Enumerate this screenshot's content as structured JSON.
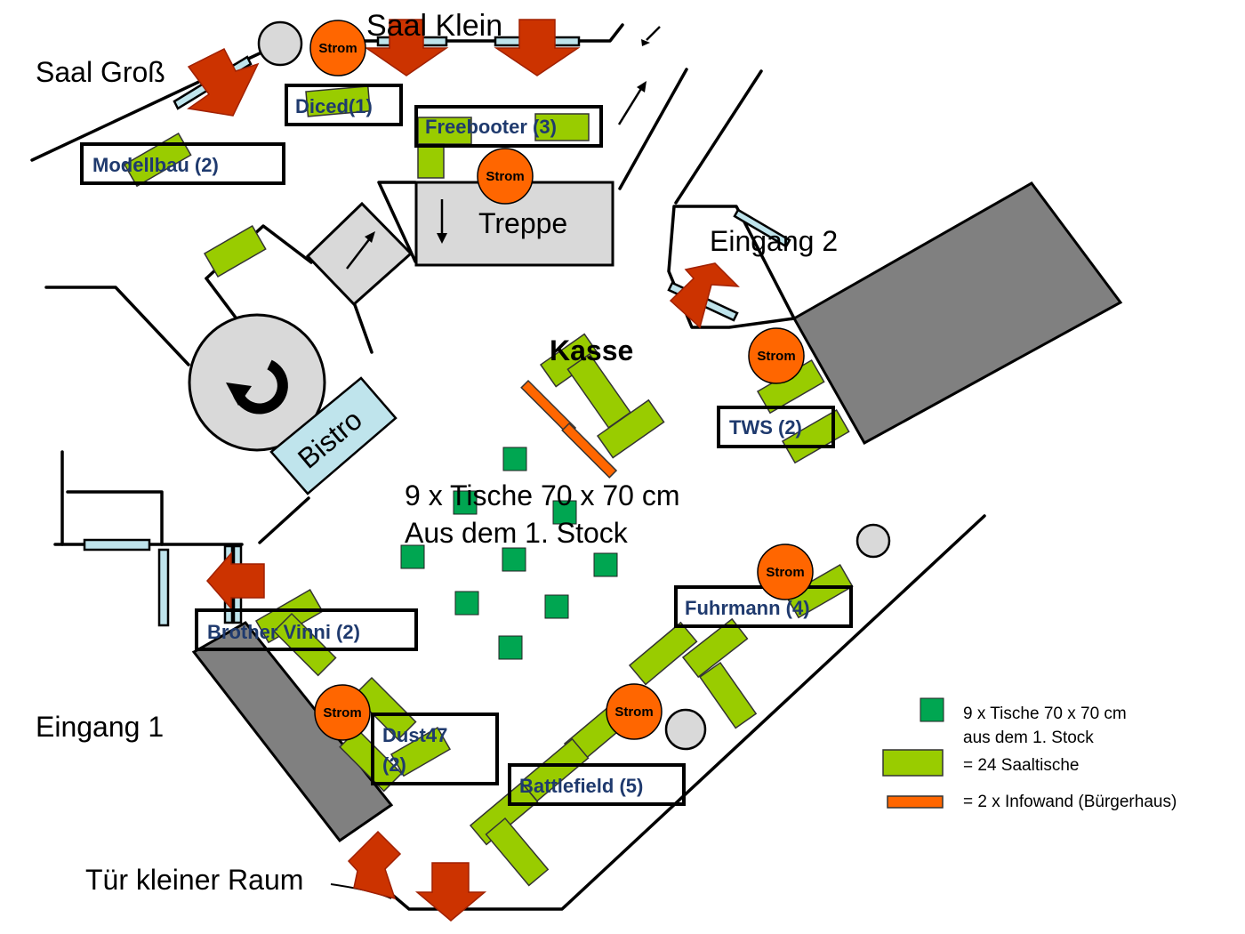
{
  "rooms": {
    "saal_klein": "Saal Klein",
    "saal_gross": "Saal Groß",
    "treppe": "Treppe",
    "eingang_2": "Eingang 2",
    "kasse": "Kasse",
    "bistro": "Bistro",
    "eingang_1": "Eingang 1",
    "tuer_kleiner_raum": "Tür kleiner Raum"
  },
  "center_note": {
    "line1": "9 x Tische 70 x 70 cm",
    "line2": "Aus dem 1. Stock"
  },
  "strom_label": "Strom",
  "groups": {
    "diced": "Diced(1)",
    "freebooter": "Freebooter (3)",
    "modellbau": "Modellbau (2)",
    "tws": "TWS (2)",
    "fuhrmann": "Fuhrmann (4)",
    "brother_vinni": "Brother Vinni (2)",
    "dust47_line1": "Dust47",
    "dust47_line2": "(2)",
    "battlefield": "Battlefield (5)"
  },
  "legend": {
    "item1_line1": "9 x Tische 70 x 70 cm",
    "item1_line2": "aus dem 1. Stock",
    "item2": "= 24 Saaltische",
    "item3": "= 2 x Infowand (Bürgerhaus)"
  },
  "colors": {
    "saaltisch": "#99cc00",
    "tisch_70": "#00a651",
    "infowand": "#ff6600",
    "strom": "#ff6600",
    "entrance_arrow": "#cc3300",
    "dark_block": "#808080",
    "bistro": "#bfe4ec",
    "group_label": "#1f3a6e"
  }
}
